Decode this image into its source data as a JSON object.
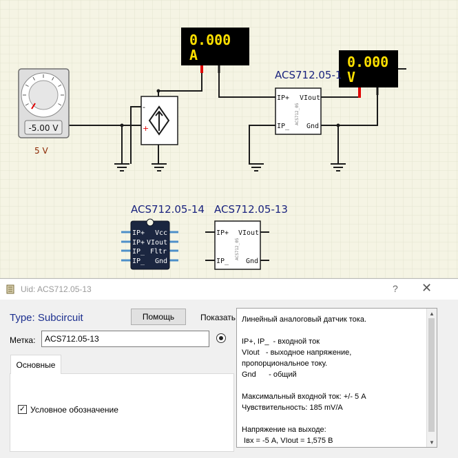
{
  "schematic": {
    "ammeter": {
      "value": "0.000",
      "unit": "A"
    },
    "voltmeter": {
      "value": "0.000",
      "unit": "V"
    },
    "voltage_source": {
      "display": "-5.00 V",
      "label": "5 V"
    },
    "current_source": {
      "minus_sign": "-",
      "plus_sign": "+"
    },
    "chip_main": {
      "label": "ACS712.05-1",
      "pins": {
        "ip_plus": "IP+",
        "ip_minus": "IP_",
        "viout": "VIout",
        "gnd": "Gnd"
      },
      "side_text": "ACS712_05"
    },
    "chip_14": {
      "label": "ACS712.05-14",
      "pins": {
        "ip_plus_1": "IP+",
        "ip_plus_2": "IP+",
        "ip_minus_1": "IP_",
        "ip_minus_2": "IP_",
        "vcc": "Vcc",
        "viout": "VIout",
        "fltr": "Fltr",
        "gnd": "Gnd"
      }
    },
    "chip_13": {
      "label": "ACS712.05-13",
      "pins": {
        "ip_plus": "IP+",
        "ip_minus": "IP_",
        "viout": "VIout",
        "gnd": "Gnd"
      },
      "side_text": "ACS712_05"
    }
  },
  "dialog": {
    "title": "Uid: ACS712.05-13",
    "help_q": "?",
    "close": "✕",
    "type_text": "Type: Subcircuit",
    "help_button": "Помощь",
    "show_label": "Показать",
    "label_caption": "Метка:",
    "label_value": "ACS712.05-13",
    "tab_main": "Основные",
    "checkbox_label": "Условное обозначение",
    "checkbox_checked": true,
    "description": [
      "Линейный аналоговый датчик тока.",
      "",
      "IP+, IP_  - входной ток",
      "VIout   - выходное напряжение,",
      "пропорциональное току.",
      "Gnd      - общий",
      "",
      "Максимальный входной ток: +/- 5 А",
      "Чувствительность: 185 mV/A",
      "",
      "Напряжение на выходе:",
      " Iвх = -5 А, VIout = 1,575 В"
    ]
  },
  "colors": {
    "background": "#f5f4e4",
    "grid": "#e4e3d0",
    "wire": "#1a1a1a",
    "meter_display": "#000000",
    "meter_text": "#ffe000",
    "terminal_red": "#e00000",
    "chip_label": "#1a237e",
    "dark_chip": "#1b2640",
    "pin_blue": "#4d8fc9"
  }
}
